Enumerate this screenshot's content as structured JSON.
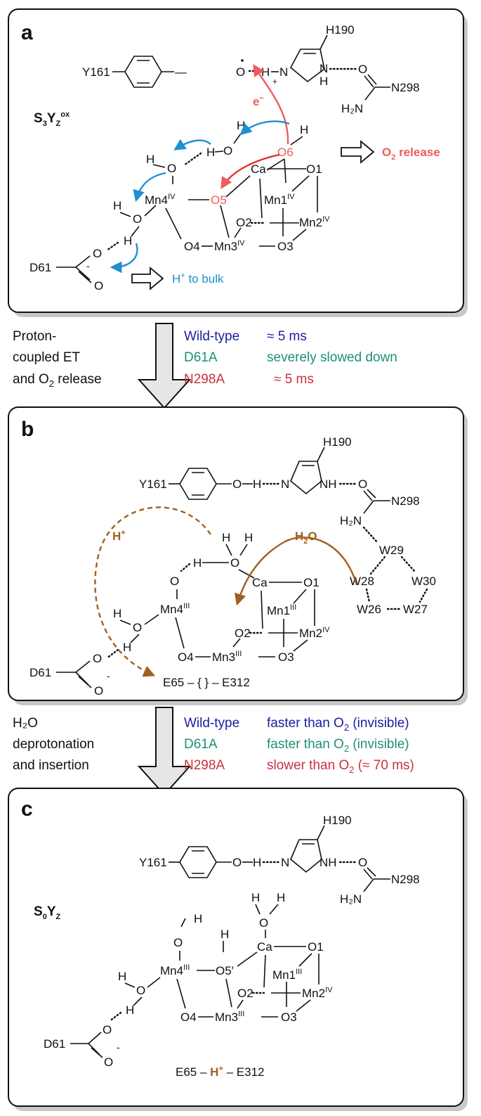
{
  "colors": {
    "blue": "#1f8fcf",
    "red": "#f05a5a",
    "brown": "#a0601e",
    "wt": "#1c1ca0",
    "d61a": "#1f8f78",
    "n298a": "#c8323c"
  },
  "panels": {
    "a": {
      "letter": "a",
      "state_main": "S",
      "state_sub1": "3",
      "state_y": "Y",
      "state_sub2": "Z",
      "state_sup": "ox",
      "o2_release": "O",
      "o2_release_sub": "2",
      "o2_release_rest": " release",
      "h_bulk": "H",
      "h_bulk_sup": "+",
      "h_bulk_rest": " to bulk",
      "electron": "e",
      "electron_sup": "−"
    },
    "b": {
      "letter": "b",
      "h2o": "H",
      "h2o_sub": "2",
      "h2o_rest": "O",
      "hplus": "H",
      "hplus_sup": "+",
      "glu": "E65 – {  } – E312"
    },
    "c": {
      "letter": "c",
      "state": "S",
      "state_sub1": "0",
      "state_y": "Y",
      "state_sub2": "Z",
      "glu_left": "E65 – ",
      "glu_h": "H",
      "glu_h_sup": "+",
      "glu_right": " – E312"
    }
  },
  "labels": {
    "y161": "Y161",
    "h190": "H190",
    "n298": "N298",
    "h2n": "H₂N",
    "d61": "D61",
    "o1": "O1",
    "o2": "O2",
    "o3": "O3",
    "o4": "O4",
    "o5": "O5",
    "o5p": "O5′",
    "o6": "O6",
    "ca": "Ca",
    "mn1": "Mn1",
    "mn2": "Mn2",
    "mn3": "Mn3",
    "mn4": "Mn4",
    "iv": "IV",
    "iii": "III",
    "w26": "W26",
    "w27": "W27",
    "w28": "W28",
    "w29": "W29",
    "w30": "W30"
  },
  "transitions": [
    {
      "step_lines": [
        "Proton-",
        "coupled ET"
      ],
      "step_last": "and O",
      "step_last_sub": "2",
      "step_last_rest": " release",
      "rows": [
        {
          "mutant": "Wild-type",
          "rate": "≈ 5 ms"
        },
        {
          "mutant": "D61A",
          "rate": "severely slowed down"
        },
        {
          "mutant": "N298A",
          "rate": "≈ 5 ms"
        }
      ]
    },
    {
      "step_lines": [
        "H₂O",
        "deprotonation",
        "and insertion"
      ],
      "rows": [
        {
          "mutant": "Wild-type",
          "rate_pre": "faster than O",
          "rate_sub": "2",
          "rate_post": " (invisible)"
        },
        {
          "mutant": "D61A",
          "rate_pre": "faster than O",
          "rate_sub": "2",
          "rate_post": " (invisible)"
        },
        {
          "mutant": "N298A",
          "rate_pre": "slower than O",
          "rate_sub": "2",
          "rate_post": " (≈ 70 ms)"
        }
      ]
    }
  ]
}
